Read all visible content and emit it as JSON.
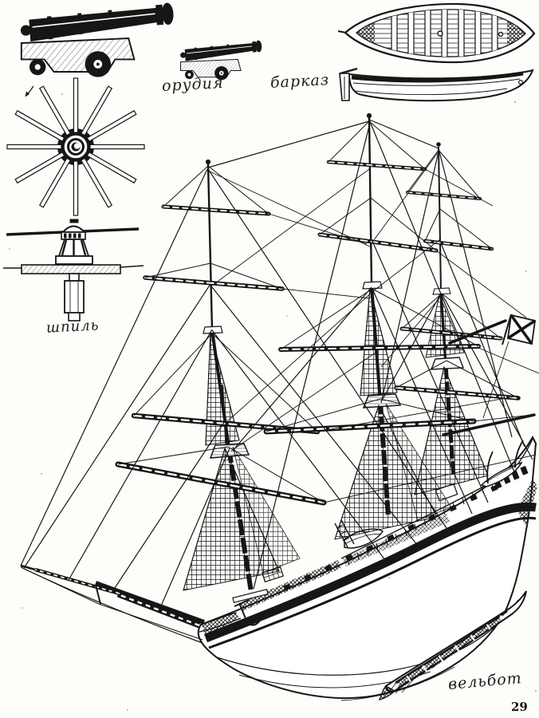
{
  "page": {
    "number": "29"
  },
  "colors": {
    "paper": "#fdfdfa",
    "ink": "#161616"
  },
  "captions": {
    "cannons": "орудия",
    "longboat": "барказ",
    "capstan": "шпиль",
    "whaleboat": "вельбот"
  },
  "illustrations": {
    "large_cannon": "naval-cannon-on-carriage",
    "small_cannon": "small-naval-cannon-on-carriage",
    "capstan_top": "capstan-top-view-with-bars",
    "capstan_side": "capstan-side-view-through-deck",
    "longboat_top": "longboat-plan-view",
    "longboat_side": "longboat-profile-view",
    "frigate": "three-masted-frigate-furled-sails",
    "ensign": "st-andrew-naval-ensign-flag",
    "whaleboat": "whaleboat-perspective-view"
  }
}
